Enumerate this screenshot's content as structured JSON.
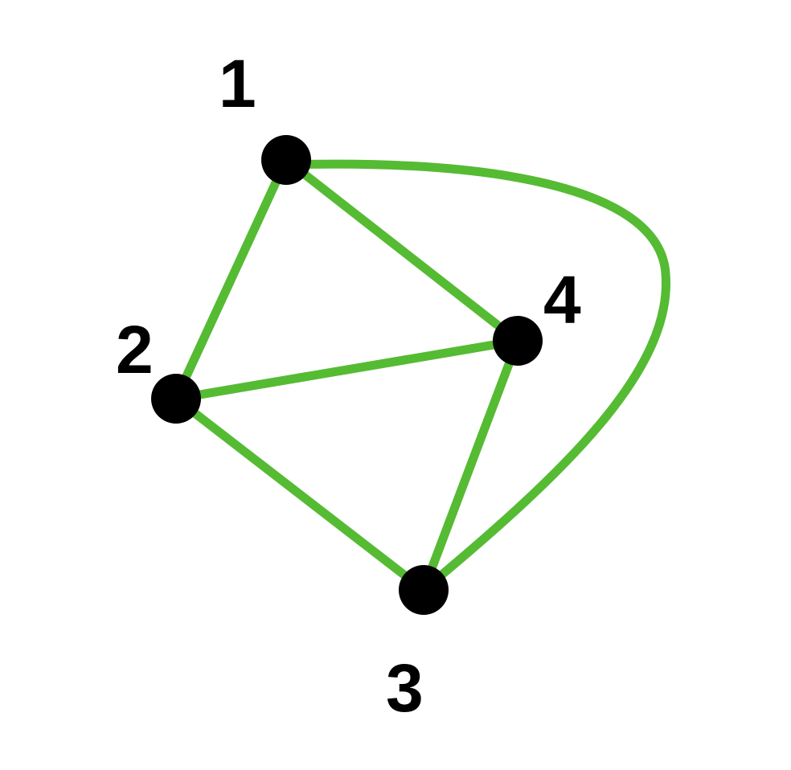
{
  "graph": {
    "edge_color": "#55bb33",
    "node_color": "#000000",
    "nodes": [
      {
        "id": "1",
        "label": "1"
      },
      {
        "id": "2",
        "label": "2"
      },
      {
        "id": "3",
        "label": "3"
      },
      {
        "id": "4",
        "label": "4"
      }
    ],
    "edges": [
      {
        "from": "1",
        "to": "2"
      },
      {
        "from": "1",
        "to": "4"
      },
      {
        "from": "1",
        "to": "3",
        "curved": true
      },
      {
        "from": "2",
        "to": "4"
      },
      {
        "from": "2",
        "to": "3"
      },
      {
        "from": "4",
        "to": "3"
      }
    ]
  }
}
